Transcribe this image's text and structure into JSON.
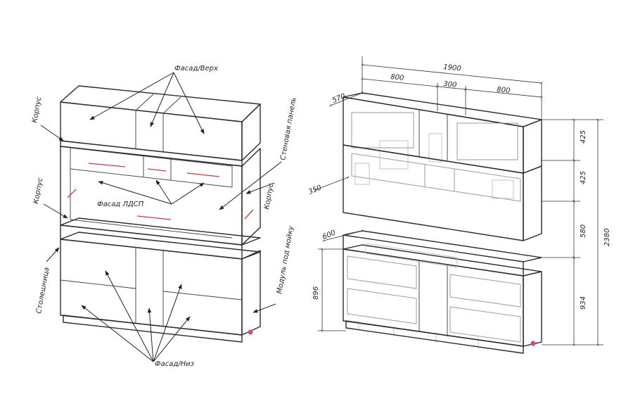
{
  "left_view": {
    "labels": {
      "fasad_verh": "Фасад/Верх",
      "korpus_top": "Корпус",
      "korpus_mid": "Корпус",
      "korpus_right": "Корпус",
      "stenovaya_panel": "Стеновая панель",
      "fasad_ldsp": "Фасад ЛДСП",
      "stoleshnica": "Столешница",
      "modul_pod_moyku": "Модуль под мойку",
      "fasad_niz": "Фасад/Низ"
    },
    "accent_color": "#d23a3a"
  },
  "right_view": {
    "dimensions": {
      "total_width": "1900",
      "upper_left_width": "800",
      "upper_mid_width": "300",
      "upper_right_width": "800",
      "upper_depth": "570",
      "shelf_depth": "350",
      "counter_depth": "600",
      "upper_height": "425",
      "mid_height": "425",
      "gap_height": "580",
      "base_height_left": "896",
      "base_height_right": "934",
      "total_height": "2380"
    }
  }
}
